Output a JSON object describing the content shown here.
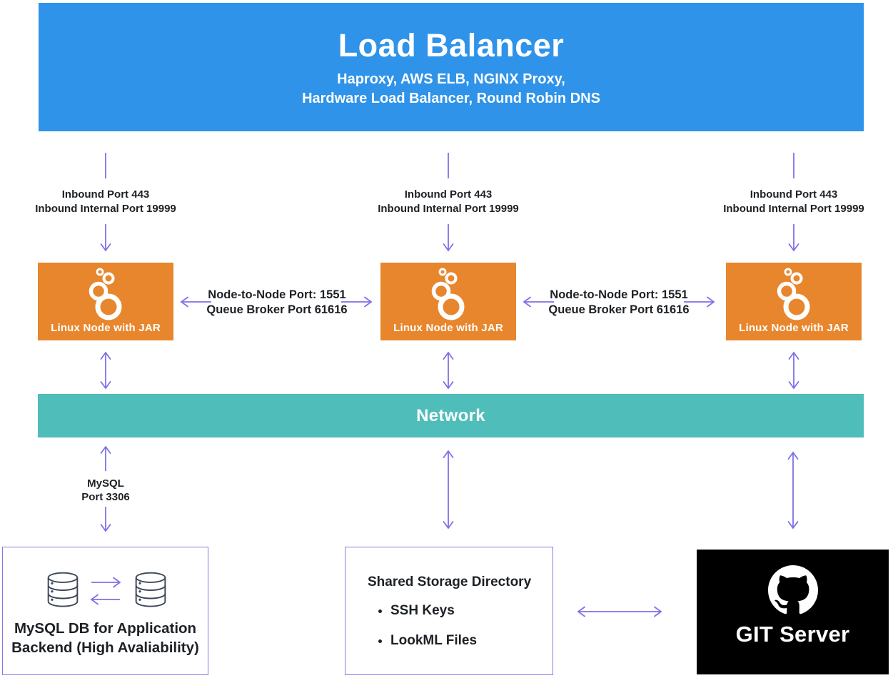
{
  "load_balancer": {
    "title": "Load Balancer",
    "subtitle_line1": "Haproxy, AWS ELB, NGINX Proxy,",
    "subtitle_line2": "Hardware Load Balancer, Round Robin DNS"
  },
  "inbound_labels": [
    {
      "line1": "Inbound Port 443",
      "line2": "Inbound Internal Port 19999"
    },
    {
      "line1": "Inbound Port 443",
      "line2": "Inbound Internal Port 19999"
    },
    {
      "line1": "Inbound Port 443",
      "line2": "Inbound Internal Port 19999"
    }
  ],
  "nodes": [
    {
      "label": "Linux Node with JAR"
    },
    {
      "label": "Linux Node with JAR"
    },
    {
      "label": "Linux Node with JAR"
    }
  ],
  "node_links": [
    {
      "line1": "Node-to-Node Port: 1551",
      "line2": "Queue Broker Port 61616"
    },
    {
      "line1": "Node-to-Node Port: 1551",
      "line2": "Queue Broker Port 61616"
    }
  ],
  "network": {
    "label": "Network"
  },
  "mysql_link": {
    "line1": "MySQL",
    "line2": "Port 3306"
  },
  "mysql_db_box": {
    "line1": "MySQL DB for Application",
    "line2": "Backend (High Avaliability)"
  },
  "shared_storage": {
    "title": "Shared Storage Directory",
    "items": [
      "SSH Keys",
      "LookML Files"
    ]
  },
  "git_server": {
    "label": "GIT Server"
  },
  "colors": {
    "load_balancer_blue": "#2e93e9",
    "node_orange": "#e8862d",
    "network_teal": "#4fbdba",
    "arrow_purple": "#7d71e8",
    "box_border_purple": "#8478e8",
    "git_black": "#000000",
    "text_dark": "#1d2125"
  }
}
